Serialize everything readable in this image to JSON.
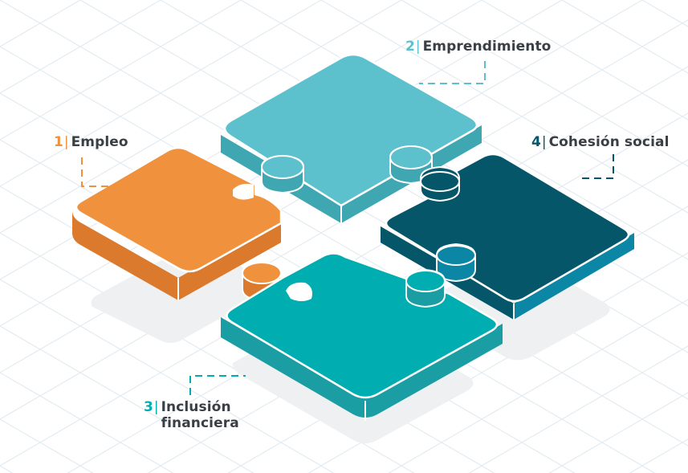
{
  "colors": {
    "background": "#ffffff",
    "grid": "#e4ecf1",
    "text": "#3a3f45",
    "empleo": "#f0913e",
    "empleo_side": "#db7a2d",
    "emprendimiento": "#5cc1cc",
    "emprendimiento_side": "#3fa7b2",
    "cohesion": "#06566a",
    "cohesion_side": "#0c86a5",
    "inclusion": "#00adb0",
    "inclusion_side": "#1a9ea3",
    "shadow": "#eef0f2"
  },
  "pieces": [
    {
      "number": "1",
      "bar": "|",
      "label": "Empleo",
      "color_key": "empleo",
      "icon": "puzzle-piece-icon"
    },
    {
      "number": "2",
      "bar": "|",
      "label": "Emprendimiento",
      "color_key": "emprendimiento",
      "icon": "puzzle-piece-icon"
    },
    {
      "number": "3",
      "bar": "|",
      "label": "Inclusión\nfinanciera",
      "color_key": "inclusion",
      "icon": "puzzle-piece-icon"
    },
    {
      "number": "4",
      "bar": "|",
      "label": "Cohesión social",
      "color_key": "cohesion",
      "icon": "puzzle-piece-icon"
    }
  ]
}
